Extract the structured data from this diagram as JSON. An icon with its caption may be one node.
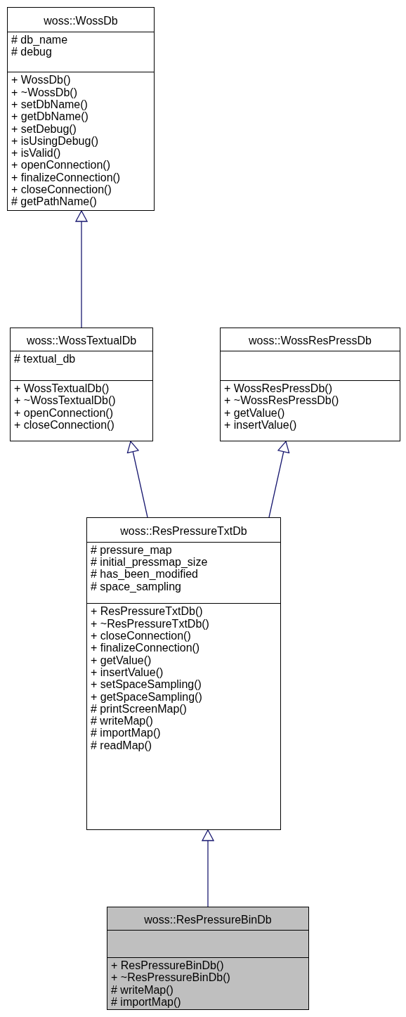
{
  "diagram": {
    "nodes": [
      {
        "text": [
          "woss::WossDb",
          "# db_name",
          "# debug",
          "+ WossDb()",
          "+ ~WossDb()",
          "+ setDbName()",
          "+ getDbName()",
          "+ setDebug()",
          "+ isUsingDebug()",
          "+ isValid()",
          "+ openConnection()",
          "+ finalizeConnection()",
          "+ closeConnection()",
          "# getPathName()"
        ]
      },
      {
        "text": [
          "woss::WossTextualDb",
          "# textual_db",
          "+ WossTextualDb()",
          "+ ~WossTextualDb()",
          "+ openConnection()",
          "+ closeConnection()"
        ]
      },
      {
        "text": [
          "woss::WossResPressDb",
          "+ WossResPressDb()",
          "+ ~WossResPressDb()",
          "+ getValue()",
          "+ insertValue()"
        ]
      },
      {
        "text": [
          "woss::ResPressureTxtDb",
          "# pressure_map",
          "# initial_pressmap_size",
          "# has_been_modified",
          "# space_sampling",
          "+ ResPressureTxtDb()",
          "+ ~ResPressureTxtDb()",
          "+ closeConnection()",
          "+ finalizeConnection()",
          "+ getValue()",
          "+ insertValue()",
          "+ setSpaceSampling()",
          "+ getSpaceSampling()",
          "# printScreenMap()",
          "# writeMap()",
          "# importMap()",
          "# readMap()"
        ]
      },
      {
        "text": [
          "woss::ResPressureBinDb",
          "+ ResPressureBinDb()",
          "+ ~ResPressureBinDb()",
          "# writeMap()",
          "# importMap()"
        ]
      }
    ],
    "edges": [
      {
        "from": 1,
        "to": 0,
        "arrow": "to"
      },
      {
        "from": 3,
        "to": 1,
        "arrow": "to"
      },
      {
        "from": 3,
        "to": 2,
        "arrow": "to"
      },
      {
        "from": 4,
        "to": 3,
        "arrow": "to"
      }
    ]
  }
}
